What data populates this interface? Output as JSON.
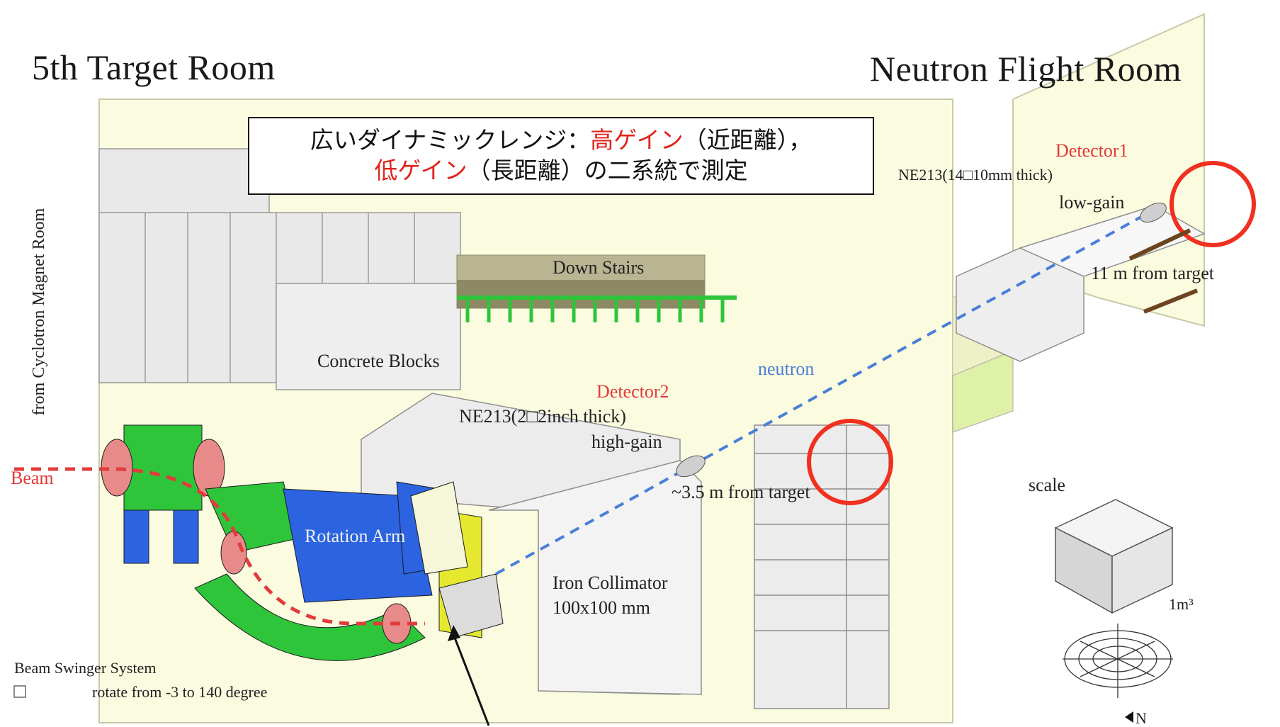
{
  "rooms": {
    "target_room": "5th Target Room",
    "flight_room": "Neutron Flight Room",
    "side_room": "from Cyclotron Magnet Room"
  },
  "note": {
    "line1_before": "広いダイナミックレンジ：",
    "line1_high": "高ゲイン",
    "line1_after": "（近距離），",
    "line2_low": "低ゲイン",
    "line2_after": "（長距離）の二系統で測定"
  },
  "labels": {
    "down_stairs": "Down Stairs",
    "concrete_blocks": "Concrete Blocks",
    "neutron": "neutron",
    "beam": "Beam",
    "rotation_arm": "Rotation Arm",
    "iron_collimator": "Iron Collimator",
    "collimator_size": "100x100 mm",
    "swinger_title": "Beam Swinger System",
    "swinger_range": "rotate from -3 to 140 degree",
    "scale": "scale",
    "scale_unit": "1m³",
    "north": "N"
  },
  "detector1": {
    "name": "Detector1",
    "spec": "NE213(14□10mm thick)",
    "gain": "low-gain",
    "distance": "11 m  from target"
  },
  "detector2": {
    "name": "Detector2",
    "spec": "NE213(2□2inch thick)",
    "gain": "high-gain",
    "distance": "~3.5 m  from target"
  },
  "colors": {
    "floor": "#fbfbe0",
    "block": "#e9e9e9",
    "magnet_green": "#2fc53b",
    "magnet_blue": "#2b63e0",
    "accent_red": "#e23b3b",
    "highlight_circle": "#f03020",
    "neutron_path": "#4a7fd8"
  }
}
